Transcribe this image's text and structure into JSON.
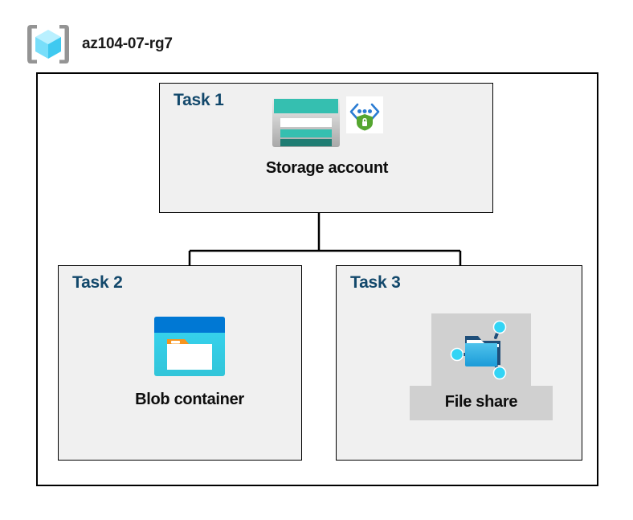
{
  "resource_group": {
    "name": "az104-07-rg7",
    "icon": "resource-group-cube-icon"
  },
  "tasks": [
    {
      "id": "task1",
      "label": "Task 1",
      "node": {
        "caption": "Storage account",
        "icons": [
          "storage-account-icon",
          "private-endpoint-secure-icon"
        ],
        "highlighted": false
      }
    },
    {
      "id": "task2",
      "label": "Task 2",
      "node": {
        "caption": "Blob container",
        "icons": [
          "blob-container-icon"
        ],
        "highlighted": false
      }
    },
    {
      "id": "task3",
      "label": "Task 3",
      "node": {
        "caption": "File share",
        "icons": [
          "file-share-icon"
        ],
        "highlighted": true
      }
    }
  ],
  "connections": [
    {
      "from": "Storage account",
      "to": "Blob container"
    },
    {
      "from": "Storage account",
      "to": "File share"
    }
  ],
  "colors": {
    "task_label": "#12486B",
    "task_box_fill": "#F0F0F0",
    "boundary_stroke": "#000000",
    "highlight_fill": "#D0D0D0",
    "storage_teal": "#35BFB0",
    "storage_teal_dark": "#1F7D73",
    "blob_blue": "#0078D4",
    "blob_cyan": "#32D3F0",
    "blob_orange": "#F7941E",
    "fileshare_blue": "#32AEE0",
    "node_cyan": "#32D4F5",
    "shield_green": "#55A630",
    "cube_cyan": "#9CEBFF",
    "bracket_gray": "#949494"
  }
}
